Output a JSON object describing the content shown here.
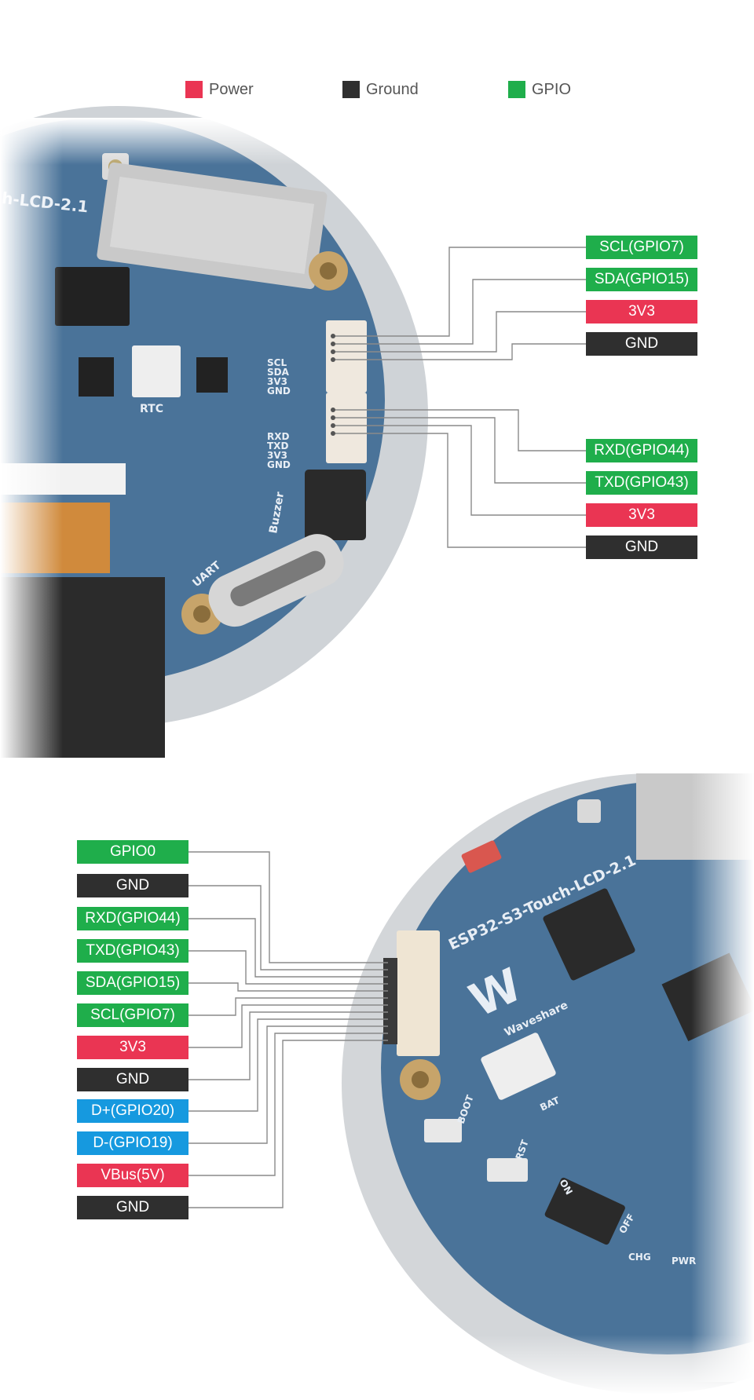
{
  "colors": {
    "power": "#ea3553",
    "ground": "#2f2f2f",
    "gpio": "#1fae4b",
    "usb": "#1699df",
    "board": "#3f6d93",
    "leader_line": "#8a8a8a"
  },
  "legend": [
    {
      "label": "Power",
      "kind": "power"
    },
    {
      "label": "Ground",
      "kind": "ground"
    },
    {
      "label": "GPIO",
      "kind": "gpio"
    }
  ],
  "board_top": {
    "silkscreen": {
      "model": "h-LCD-2.1",
      "rtc": "RTC",
      "i2c_pins": [
        "SCL",
        "SDA",
        "3V3",
        "GND"
      ],
      "uart_pins": [
        "RXD",
        "TXD",
        "3V3",
        "GND"
      ],
      "buzzer": "Buzzer",
      "uart": "UART"
    },
    "i2c_header": [
      {
        "label": "SCL(GPIO7)",
        "kind": "gpio"
      },
      {
        "label": "SDA(GPIO15)",
        "kind": "gpio"
      },
      {
        "label": "3V3",
        "kind": "power"
      },
      {
        "label": "GND",
        "kind": "ground"
      }
    ],
    "uart_header": [
      {
        "label": "RXD(GPIO44)",
        "kind": "gpio"
      },
      {
        "label": "TXD(GPIO43)",
        "kind": "gpio"
      },
      {
        "label": "3V3",
        "kind": "power"
      },
      {
        "label": "GND",
        "kind": "ground"
      }
    ]
  },
  "board_bottom": {
    "silkscreen": {
      "model": "ESP32-S3-Touch-LCD-2.1",
      "brand": "Waveshare",
      "bat": "BAT",
      "boot": "BOOT",
      "rst": "RST",
      "on": "ON",
      "off": "OFF",
      "chg": "CHG",
      "pwr": "PWR"
    },
    "fpc_header": [
      {
        "label": "GPIO0",
        "kind": "gpio"
      },
      {
        "label": "GND",
        "kind": "ground"
      },
      {
        "label": "RXD(GPIO44)",
        "kind": "gpio"
      },
      {
        "label": "TXD(GPIO43)",
        "kind": "gpio"
      },
      {
        "label": "SDA(GPIO15)",
        "kind": "gpio"
      },
      {
        "label": "SCL(GPIO7)",
        "kind": "gpio"
      },
      {
        "label": "3V3",
        "kind": "power"
      },
      {
        "label": "GND",
        "kind": "ground"
      },
      {
        "label": "D+(GPIO20)",
        "kind": "usb"
      },
      {
        "label": "D-(GPIO19)",
        "kind": "usb"
      },
      {
        "label": "VBus(5V)",
        "kind": "power"
      },
      {
        "label": "GND",
        "kind": "ground"
      }
    ]
  }
}
